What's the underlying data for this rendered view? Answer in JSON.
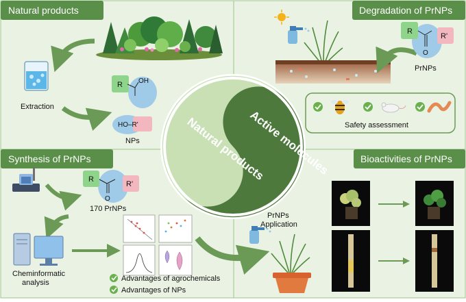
{
  "panels": {
    "natural_products": {
      "title": "Natural products"
    },
    "degradation": {
      "title": "Degradation of PrNPs"
    },
    "synthesis": {
      "title": "Synthesis of PrNPs"
    },
    "bioactivities": {
      "title": "Bioactivities of PrNPs"
    }
  },
  "center": {
    "upper": "Active molecules",
    "lower": "Natural products"
  },
  "natural_products": {
    "extraction": "Extraction",
    "nps": "NPs",
    "mol_r": "R",
    "mol_oh": "OH",
    "mol_ho_r": "HO–R'"
  },
  "degradation": {
    "prnps": "PrNPs",
    "mol_r": "R",
    "mol_rp": "R'",
    "mol_o": "O",
    "safety": "Safety assessment"
  },
  "synthesis": {
    "count": "170 PrNPs",
    "mol_r": "R",
    "mol_rp": "R'",
    "mol_o": "O",
    "cheminformatic_1": "Cheminformatic",
    "cheminformatic_2": "analysis",
    "adv_agro": "Advantages of agrochemicals",
    "adv_nps": "Advantages of NPs"
  },
  "bioactivities": {
    "app_1": "PrNPs",
    "app_2": "Application"
  },
  "colors": {
    "header_green": "#5a8f4a",
    "dark_green": "#4d7a3c",
    "light_green": "#c8e0b4",
    "panel_bg": "#eaf2e3",
    "check_green": "#6ab04c",
    "blue_blob": "#9fcbe8",
    "green_box": "#8ed48a",
    "pink_box": "#f2b7bf"
  }
}
